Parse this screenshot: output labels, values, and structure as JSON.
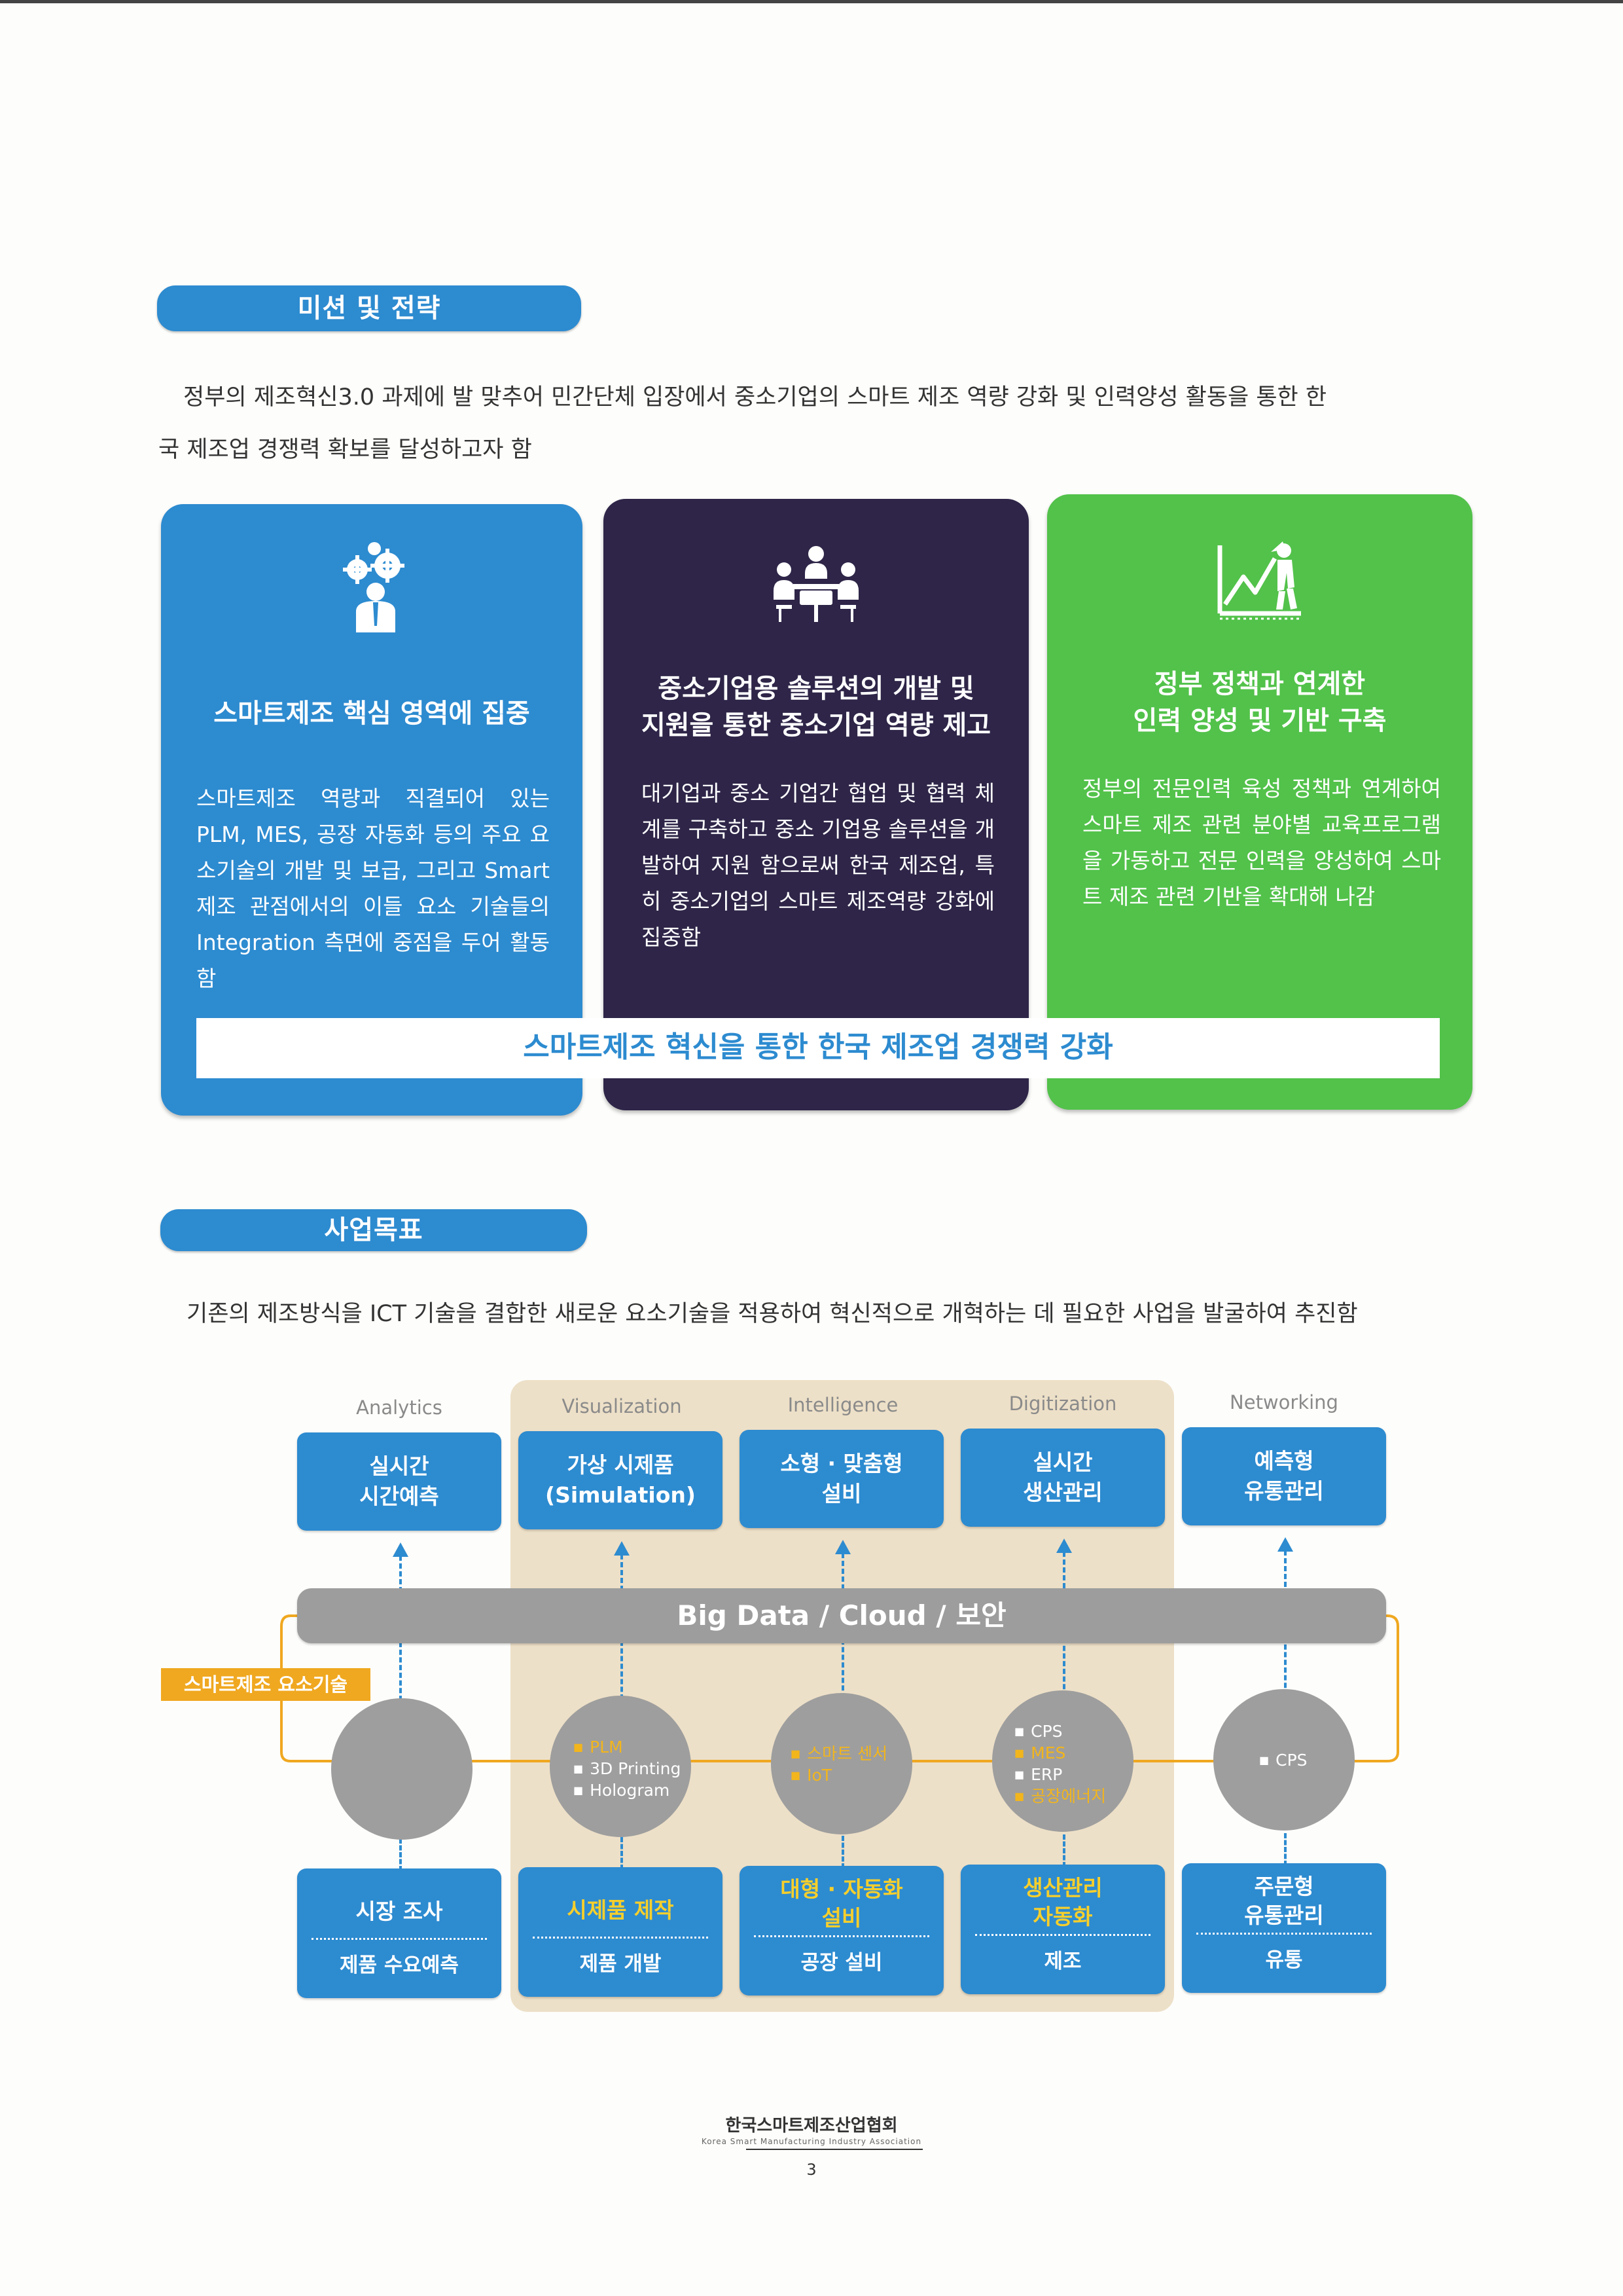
{
  "section1": {
    "title": "미션 및 전략",
    "intro_line1": "정부의 제조혁신3.0 과제에 발 맞추어 민간단체 입장에서 중소기업의 스마트 제조 역량 강화 및 인력양성 활동을 통한 한",
    "intro_line2": "국 제조업 경쟁력 확보를 달성하고자 함",
    "cards": [
      {
        "icon": "gears-person-icon",
        "title": "스마트제조 핵심 영역에 집중",
        "text": "스마트제조 역량과 직결되어 있는 PLM, MES, 공장 자동화 등의 주요 요소기술의 개발 및 보급, 그리고 Smart 제조 관점에서의 이들 요소 기술들의 Integration 측면에 중점을 두어 활동함"
      },
      {
        "icon": "meeting-icon",
        "title": "중소기업용 솔루션의 개발 및\n지원을 통한 중소기업 역량 제고",
        "text": "대기업과 중소 기업간 협업 및 협력 체계를 구축하고 중소 기업용 솔루션을 개발하여 지원 함으로써 한국 제조업, 특히 중소기업의 스마트 제조역량 강화에 집중함"
      },
      {
        "icon": "growth-chart-icon",
        "title": "정부 정책과 연계한\n인력 양성 및 기반 구축",
        "text": "정부의 전문인력 육성 정책과 연계하여 스마트 제조 관련 분야별 교육프로그램을 가동하고 전문 인력을 양성하여 스마트 제조 관련 기반을 확대해 나감"
      }
    ],
    "banner": "스마트제조 혁신을 통한 한국 제조업 경쟁력 강화"
  },
  "section2": {
    "title": "사업목표",
    "intro": "기존의 제조방식을 ICT 기술을 결합한 새로운 요소기술을 적용하여 혁신적으로 개혁하는 데 필요한 사업을 발굴하여 추진함",
    "columns": [
      "Analytics",
      "Visualization",
      "Intelligence",
      "Digitization",
      "Networking"
    ],
    "top_boxes": [
      "실시간\n시간예측",
      "가상 시제품\n(Simulation)",
      "소형 · 맞춤형\n설비",
      "실시간\n생산관리",
      "예측형\n유통관리"
    ],
    "bar": "Big Data / Cloud / 보안",
    "tag": "스마트제조 요소기술",
    "circles": [
      [],
      [
        {
          "t": "PLM",
          "hl": true
        },
        {
          "t": "3D Printing",
          "hl": false
        },
        {
          "t": "Hologram",
          "hl": false
        }
      ],
      [
        {
          "t": "스마트 센서",
          "hl": true
        },
        {
          "t": "IoT",
          "hl": true
        }
      ],
      [
        {
          "t": "CPS",
          "hl": false
        },
        {
          "t": "MES",
          "hl": true
        },
        {
          "t": "ERP",
          "hl": false
        },
        {
          "t": "공장에너지",
          "hl": true
        }
      ],
      [
        {
          "t": "CPS",
          "hl": false
        }
      ]
    ],
    "bottom_boxes": [
      {
        "top": "시장 조사",
        "bottom": "제품 수요예측",
        "yellow": false
      },
      {
        "top": "시제품 제작",
        "bottom": "제품 개발",
        "yellow": true
      },
      {
        "top": "대형 · 자동화\n설비",
        "bottom": "공장 설비",
        "yellow": true
      },
      {
        "top": "생산관리\n자동화",
        "bottom": "제조",
        "yellow": true
      },
      {
        "top": "주문형\n유통관리",
        "bottom": "유통",
        "yellow": false
      }
    ]
  },
  "footer": {
    "org": "한국스마트제조산업협회",
    "org_en": "Korea Smart Manufacturing Industry Association",
    "page": "3"
  }
}
